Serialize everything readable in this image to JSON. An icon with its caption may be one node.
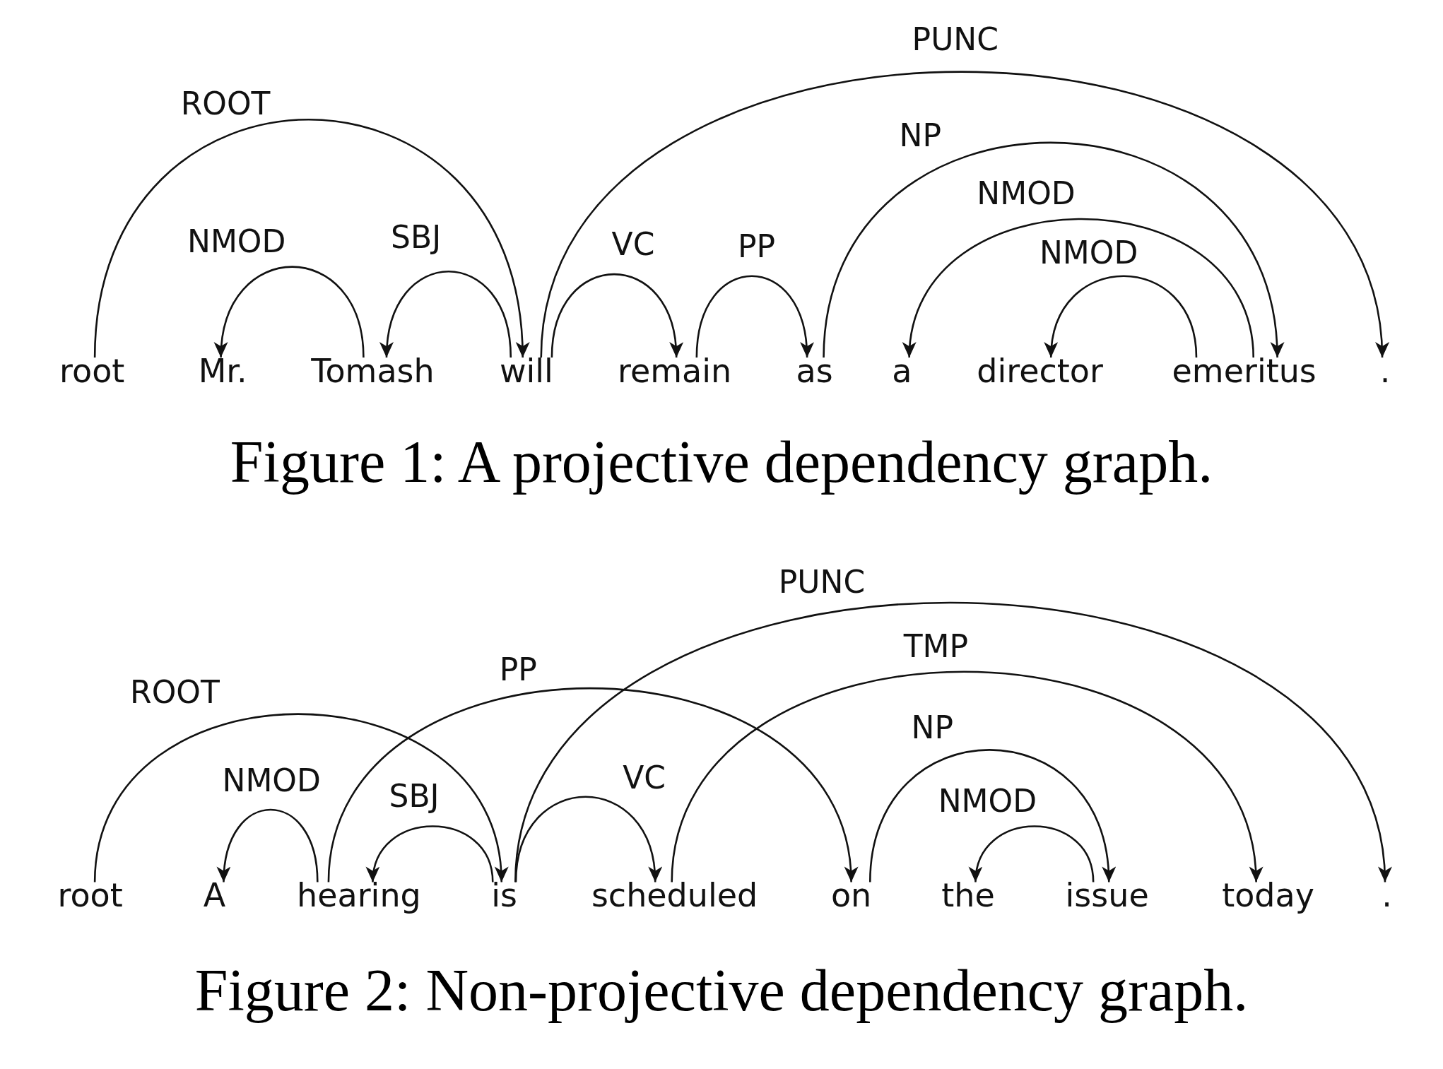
{
  "diagram": {
    "nodes": [
      {
        "text": [
          "root"
        ]
      },
      {
        "text": [
          "Mr."
        ]
      },
      {
        "text": [
          "Tomash"
        ]
      },
      {
        "text": [
          "will"
        ]
      },
      {
        "text": [
          "remain"
        ]
      },
      {
        "text": [
          "as"
        ]
      },
      {
        "text": [
          "a"
        ]
      },
      {
        "text": [
          "director"
        ]
      },
      {
        "text": [
          "emeritus"
        ]
      },
      {
        "text": [
          "."
        ]
      },
      {
        "text": [
          "root"
        ]
      },
      {
        "text": [
          "A"
        ]
      },
      {
        "text": [
          "hearing"
        ]
      },
      {
        "text": [
          "is"
        ]
      },
      {
        "text": [
          "scheduled"
        ]
      },
      {
        "text": [
          "on"
        ]
      },
      {
        "text": [
          "the"
        ]
      },
      {
        "text": [
          "issue"
        ]
      },
      {
        "text": [
          "today"
        ]
      },
      {
        "text": [
          "."
        ]
      }
    ],
    "edges": [
      {
        "from": 0,
        "to": 3,
        "arrow": "to",
        "label": "ROOT"
      },
      {
        "from": 2,
        "to": 1,
        "arrow": "to",
        "label": "NMOD"
      },
      {
        "from": 3,
        "to": 2,
        "arrow": "to",
        "label": "SBJ"
      },
      {
        "from": 3,
        "to": 4,
        "arrow": "to",
        "label": "VC"
      },
      {
        "from": 4,
        "to": 5,
        "arrow": "to",
        "label": "PP"
      },
      {
        "from": 5,
        "to": 8,
        "arrow": "to",
        "label": "NP"
      },
      {
        "from": 8,
        "to": 6,
        "arrow": "to",
        "label": "NMOD"
      },
      {
        "from": 8,
        "to": 7,
        "arrow": "to",
        "label": "NMOD"
      },
      {
        "from": 3,
        "to": 9,
        "arrow": "to",
        "label": "PUNC"
      },
      {
        "from": 10,
        "to": 13,
        "arrow": "to",
        "label": "ROOT"
      },
      {
        "from": 12,
        "to": 11,
        "arrow": "to",
        "label": "NMOD"
      },
      {
        "from": 13,
        "to": 12,
        "arrow": "to",
        "label": "SBJ"
      },
      {
        "from": 12,
        "to": 15,
        "arrow": "to",
        "label": "PP"
      },
      {
        "from": 13,
        "to": 14,
        "arrow": "to",
        "label": "VC"
      },
      {
        "from": 13,
        "to": 19,
        "arrow": "to",
        "label": "PUNC"
      },
      {
        "from": 14,
        "to": 18,
        "arrow": "to",
        "label": "TMP"
      },
      {
        "from": 15,
        "to": 17,
        "arrow": "to",
        "label": "NP"
      },
      {
        "from": 17,
        "to": 16,
        "arrow": "to",
        "label": "NMOD"
      }
    ],
    "labels": [
      "Figure 1: A projective dependency graph.",
      "Figure 2: Non-projective dependency graph."
    ]
  }
}
